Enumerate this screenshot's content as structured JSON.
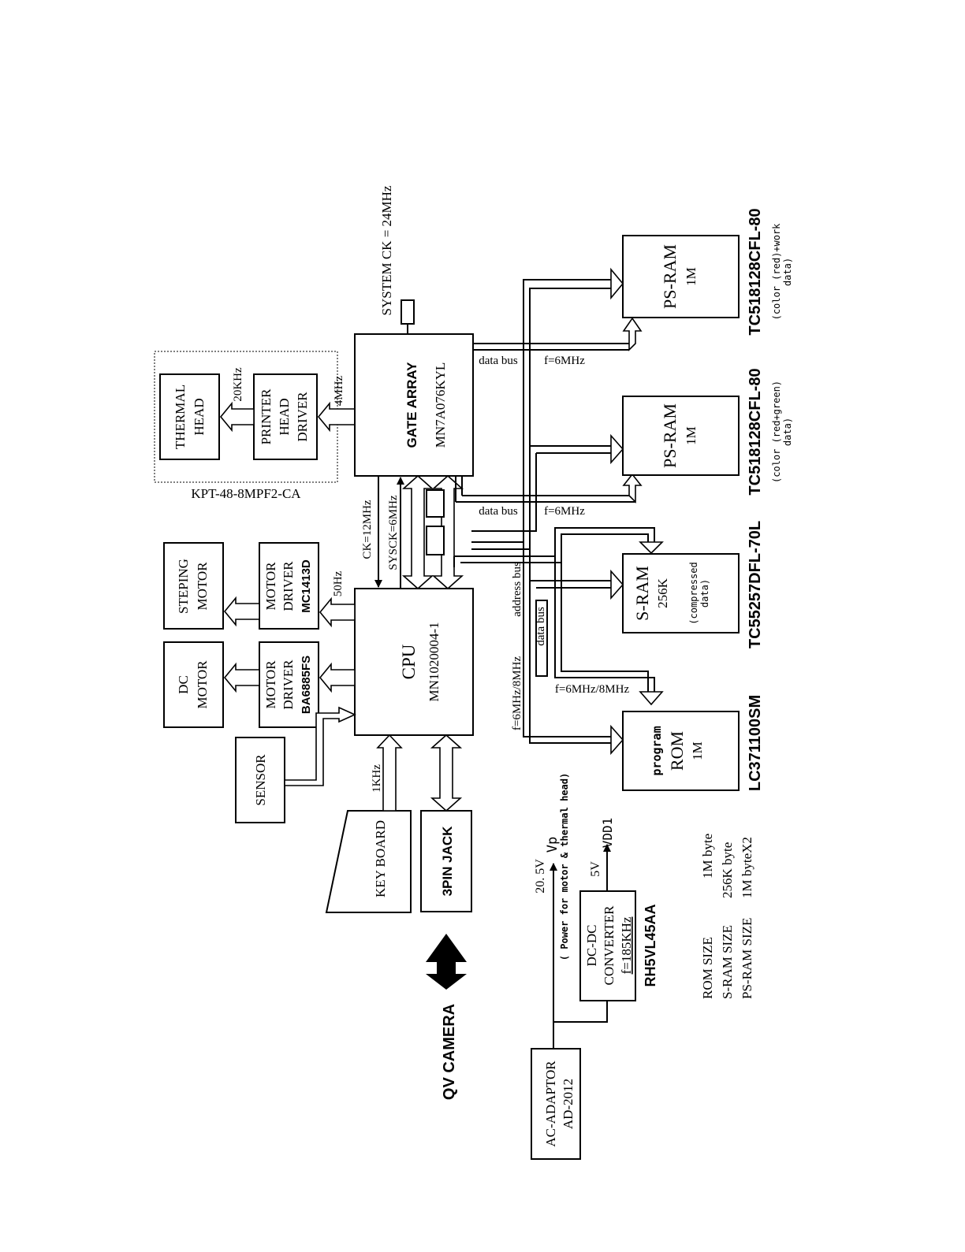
{
  "gate_array": {
    "title": "GATE ARRAY",
    "part": "MN7A076KYL"
  },
  "cpu": {
    "title": "CPU",
    "part": "MN1020004-1"
  },
  "system_ck": "SYSTEM CK = 24MHz",
  "printer_module": {
    "name": "KPT-48-8MPF2-CA",
    "thermal_head": [
      "THERMAL",
      "HEAD"
    ],
    "head_driver": [
      "PRINTER",
      "HEAD",
      "DRIVER"
    ],
    "freq_head": "20KHz",
    "freq_gate": "4MHz"
  },
  "clocks": {
    "ck": "CK=12MHz",
    "sysck": "SYSCK=6MHz",
    "stepper_freq": "50Hz",
    "keyboard_freq": "1KHz"
  },
  "steping_motor": [
    "STEPING",
    "MOTOR"
  ],
  "motor_driver_1": {
    "lines": [
      "MOTOR",
      "DRIVER"
    ],
    "part": "MC1413D"
  },
  "dc_motor": [
    "DC",
    "MOTOR"
  ],
  "motor_driver_2": {
    "lines": [
      "MOTOR",
      "DRIVER"
    ],
    "part": "BA6885FS"
  },
  "sensor": "SENSOR",
  "keyboard": "KEY BOARD",
  "jack": "3PIN JACK",
  "qv_camera": "QV CAMERA",
  "psram_1": {
    "lines": [
      "PS-RAM",
      "1M"
    ],
    "part": "TC518128CFL-80",
    "note": [
      "(color (red)+work",
      "data)"
    ]
  },
  "psram_2": {
    "lines": [
      "PS-RAM",
      "1M"
    ],
    "part": "TC518128CFL-80",
    "note": [
      "(color (red+green)",
      "data)"
    ]
  },
  "sram": {
    "lines": [
      "S-RAM",
      "256K"
    ],
    "note": [
      "(compressed",
      "data)"
    ],
    "part": "TC55257DFL-70L"
  },
  "prom": {
    "lines": [
      "program",
      "ROM",
      "1M"
    ],
    "part": "LC371100SM"
  },
  "bus_labels": {
    "data_bus": "data bus",
    "f6": "f=6MHz",
    "address_bus": "address bus",
    "f68": "f=6MHz/8MHz"
  },
  "power": {
    "adaptor": [
      "AC-ADAPTOR",
      "AD-2012"
    ],
    "converter": [
      "DC-DC",
      "CONVERTER",
      "f=185KHz"
    ],
    "converter_part": "RH5VL45AA",
    "v20": "20. 5V",
    "vp": "Vp",
    "power_note": "( Power for motor & thermal head)",
    "v5": "5V",
    "vdd1": "VDD1"
  },
  "sizes": [
    {
      "label": "ROM SIZE",
      "value": "1M byte"
    },
    {
      "label": "S-RAM SIZE",
      "value": "256K byte"
    },
    {
      "label": "PS-RAM SIZE",
      "value": "1M byteX2"
    }
  ]
}
